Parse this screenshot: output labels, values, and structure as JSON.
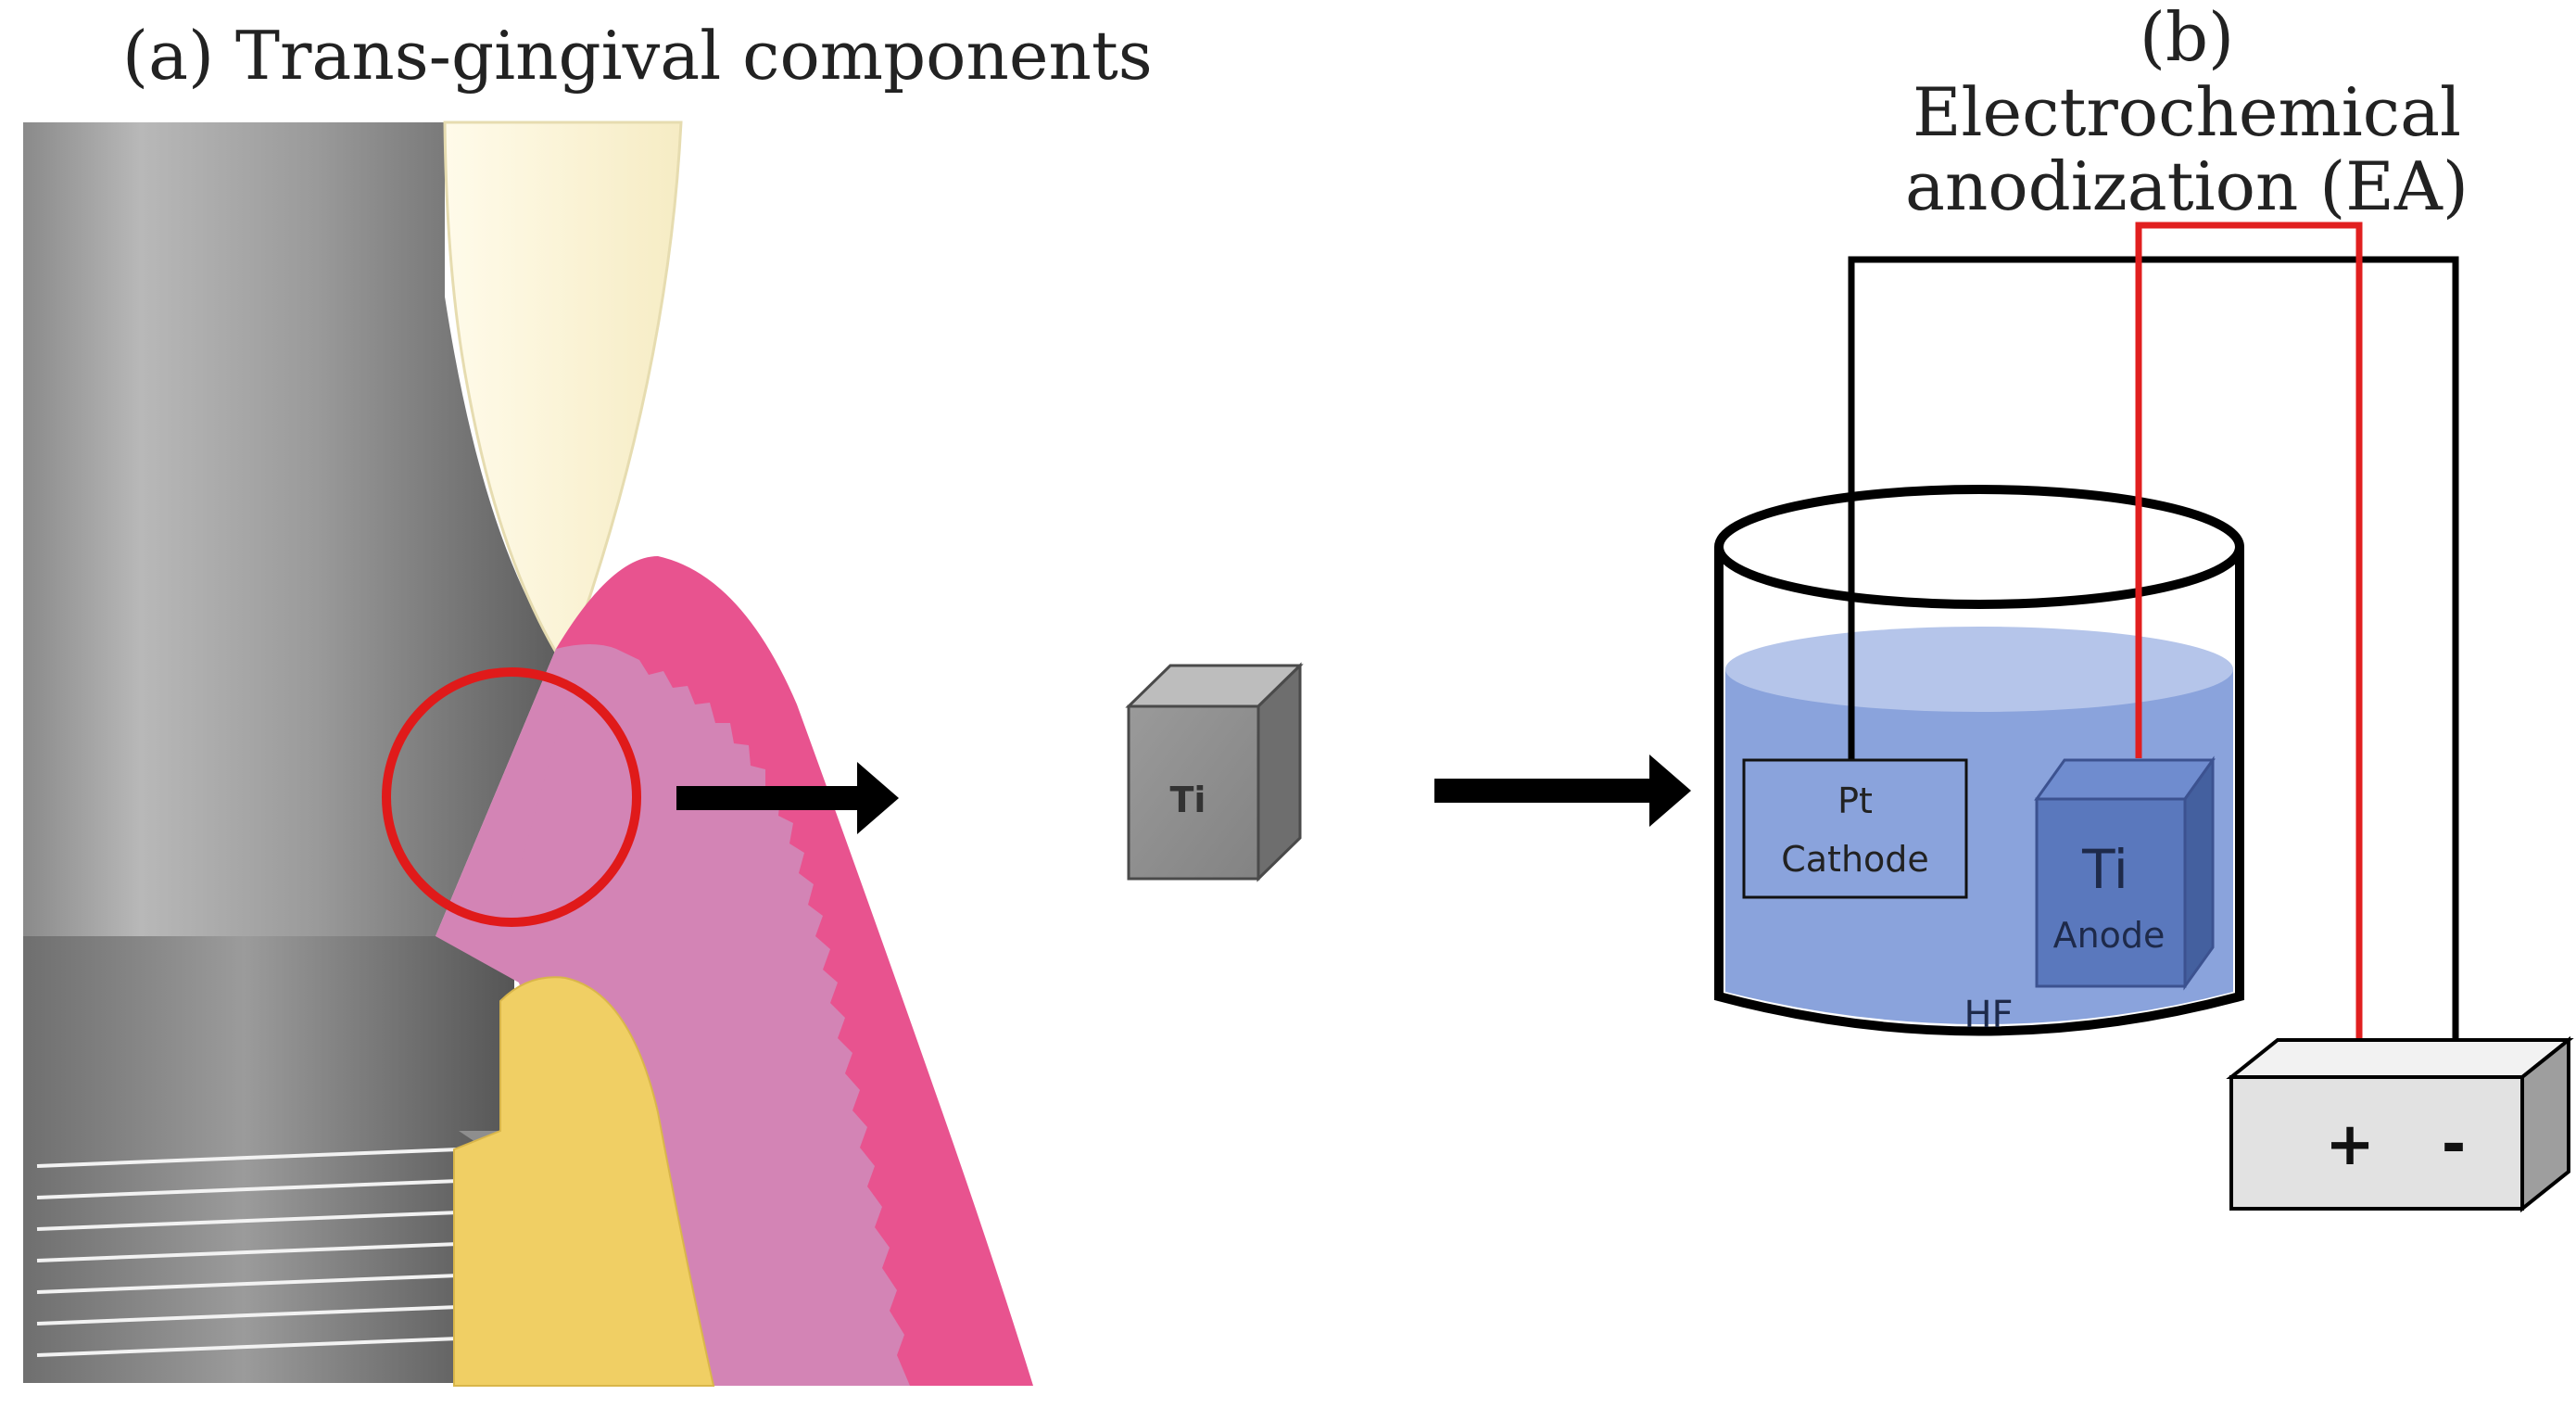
{
  "panel_a": {
    "title": "(a) Trans-gingival components"
  },
  "panel_b": {
    "title": "(b) Electrochemical anodization (EA)"
  },
  "ti_sample": {
    "label": "Ti"
  },
  "cell": {
    "cathode_label_1": "Pt",
    "cathode_label_2": "Cathode",
    "anode_label_1": "Ti",
    "anode_label_2": "Anode",
    "electrolyte_label": "HF"
  },
  "power_supply": {
    "plus": "+",
    "minus": "-"
  },
  "colors": {
    "gingiva_outer": "#e8538f",
    "gingiva_inner": "#d384b5",
    "bone": "#f0cf64",
    "tooth_crown": "#fdf7df",
    "electrolyte": "#8aa3dc",
    "anode_wire": "#e11f1f",
    "highlight_circle": "#e01a1a"
  }
}
